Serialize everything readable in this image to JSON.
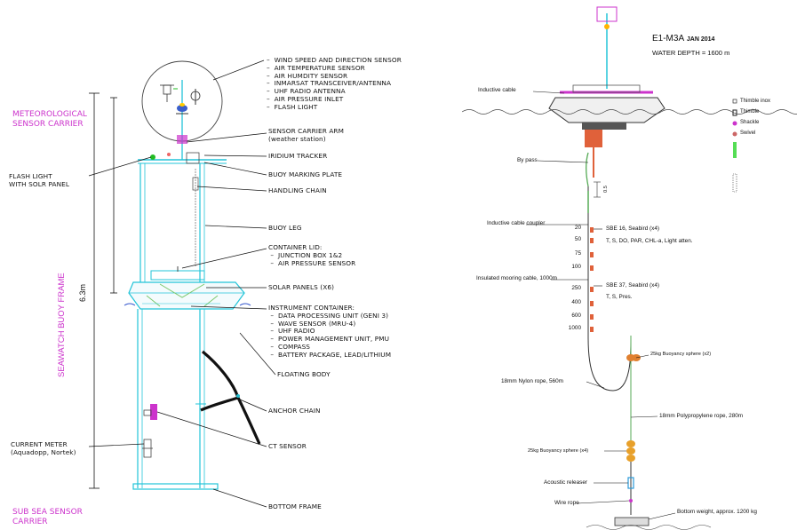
{
  "left": {
    "sensor_list": [
      "WIND SPEED AND DIRECTION SENSOR",
      "AIR TEMPERATURE SENSOR",
      "AIR HUMDITY SENSOR",
      "INMARSAT TRANSCEIVER/ANTENNA",
      "UHF RADIO ANTENNA",
      "AIR PRESSURE INLET",
      "FLASH LIGHT"
    ],
    "met_carrier": [
      "METEOROLOGICAL",
      "SENSOR CARRIER"
    ],
    "sensor_arm": [
      "SENSOR CARRIER ARM",
      "(weather station)"
    ],
    "flash_light": [
      "FLASH LIGHT",
      "WITH SOLR PANEL"
    ],
    "iridium": "IRIDIUM TRACKER",
    "marking_plate": "BUOY MARKING PLATE",
    "handling_chain": "HANDLING CHAIN",
    "buoy_leg": "BUOY LEG",
    "lid_title": "CONTAINER LID:",
    "lid_items": [
      "JUNCTION BOX 1&2",
      "AIR PRESSURE SENSOR"
    ],
    "solar": "SOLAR PANELS (X6)",
    "inst_title": "INSTRUMENT CONTAINER:",
    "inst_items": [
      "DATA PROCESSING UNIT (GENI 3)",
      "WAVE SENSOR (MRU-4)",
      "UHF RADIO",
      "POWER MANAGEMENT UNIT, PMU",
      "COMPASS",
      "BATTERY PACKAGE, LEAD/LITHIUM"
    ],
    "floating_body": "FLOATING BODY",
    "anchor_chain": "ANCHOR CHAIN",
    "current_meter": [
      "CURRENT METER",
      "(Aquadopp, Nortek)"
    ],
    "ct_sensor": "CT SENSOR",
    "bottom_frame": "BOTTOM FRAME",
    "seawatch_frame": "SEAWATCH BUOY FRAME",
    "height": "6.3m",
    "sub_sea": [
      "SUB SEA SENSOR",
      "CARRIER"
    ]
  },
  "right": {
    "title": "E1-M3A",
    "date": "JAN 2014",
    "water_depth": "WATER DEPTH  =  1600 m",
    "inductive_cable": "Inductive cable",
    "by_pass": "By pass",
    "legend": [
      "Thimble inox",
      "Thimble",
      "Shackle",
      "Swivel"
    ],
    "dim_label": "0.5",
    "coupler": "Inductive cable coupler",
    "sbe16": "SBE 16, Seabird  (x4)",
    "sbe16_params": "T, S, DO, PAR, CHL-a, Light atten.",
    "depths": [
      "20",
      "50",
      "75",
      "100",
      "250",
      "400",
      "600",
      "1000"
    ],
    "insulated": "Insulated mooring cable, 1000m",
    "sbe37": "SBE 37, Seabird  (x4)",
    "sbe37_params": "T, S, Pres.",
    "buoy_x2": "25kg Buoyancy sphere (x2)",
    "nylon": "18mm Nylon rope, 560m",
    "polypropylene": "18mm Polypropylene rope, 280m",
    "buoy_x4": "25kg Buoyancy sphere (x4)",
    "releaser": "Acoustic releaser",
    "wire_rope": "Wire rope",
    "bottom_weight": "Bottom weight, approx. 1200 kg"
  },
  "colors": {
    "frame": "#22c4d8",
    "accent": "#cc33cc",
    "ink": "#111111",
    "rope": "#55aa55",
    "orange": "#e07b2a"
  }
}
